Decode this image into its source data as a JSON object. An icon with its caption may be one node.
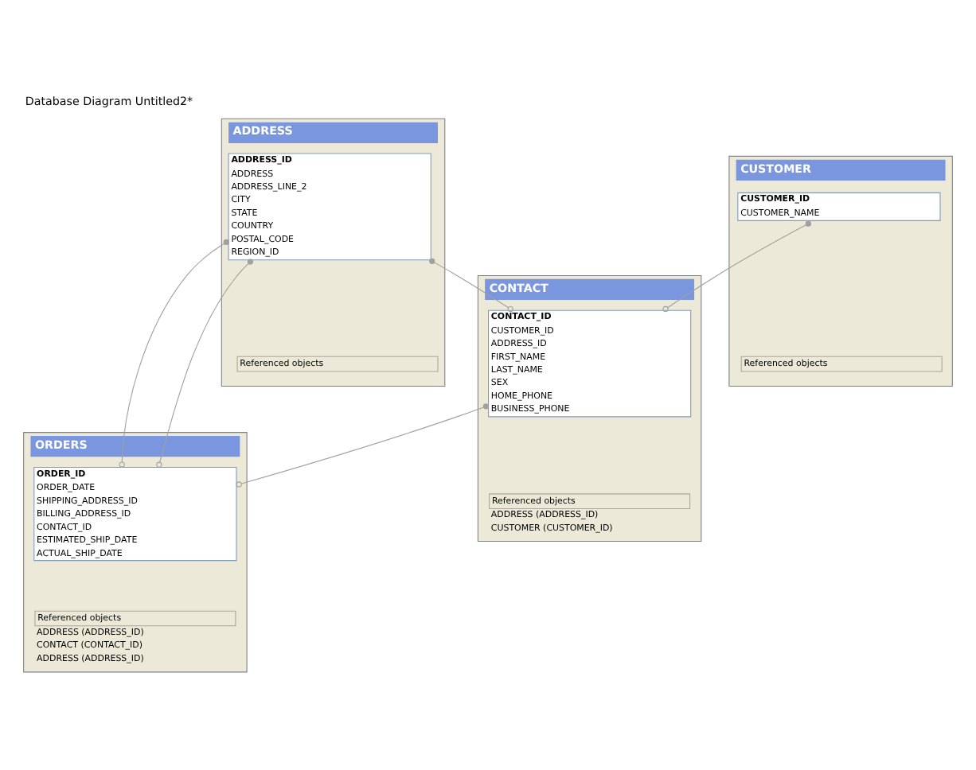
{
  "diagram": {
    "title": "Database Diagram Untitled2*",
    "nodes": [
      {
        "text": [
          "ADDRESS"
        ]
      },
      {
        "text": [
          "ADDRESS_ID",
          "ADDRESS",
          "ADDRESS_LINE_2",
          "CITY",
          "STATE",
          "COUNTRY",
          "POSTAL_CODE",
          "REGION_ID"
        ],
        "in": 0
      },
      {
        "text": [
          "Referenced objects"
        ],
        "in": 0
      },
      {
        "text": [
          "ORDERS"
        ]
      },
      {
        "text": [
          "ORDER_ID",
          "ORDER_DATE",
          "SHIPPING_ADDRESS_ID",
          "BILLING_ADDRESS_ID",
          "CONTACT_ID",
          "ESTIMATED_SHIP_DATE",
          "ACTUAL_SHIP_DATE"
        ],
        "in": 3
      },
      {
        "text": [
          "Referenced objects",
          "ADDRESS (ADDRESS_ID)",
          "CONTACT (CONTACT_ID)",
          "ADDRESS (ADDRESS_ID)"
        ],
        "in": 3
      },
      {
        "text": [
          "CONTACT"
        ]
      },
      {
        "text": [
          "CONTACT_ID",
          "CUSTOMER_ID",
          "ADDRESS_ID",
          "FIRST_NAME",
          "LAST_NAME",
          "SEX",
          "HOME_PHONE",
          "BUSINESS_PHONE"
        ],
        "in": 6
      },
      {
        "text": [
          "Referenced objects",
          "ADDRESS (ADDRESS_ID)",
          "CUSTOMER (CUSTOMER_ID)"
        ],
        "in": 6
      },
      {
        "text": [
          "CUSTOMER"
        ]
      },
      {
        "text": [
          "CUSTOMER_ID",
          "CUSTOMER_NAME"
        ],
        "in": 9
      },
      {
        "text": [
          "Referenced objects"
        ],
        "in": 9
      }
    ],
    "edges": [
      {
        "from": 1,
        "to": 4,
        "arrow": "other"
      },
      {
        "from": 1,
        "to": 4,
        "arrow": "other"
      },
      {
        "from": 7,
        "to": 4,
        "arrow": "other"
      },
      {
        "from": 10,
        "to": 7,
        "arrow": "other"
      },
      {
        "from": 1,
        "to": 7,
        "arrow": "other"
      }
    ]
  }
}
